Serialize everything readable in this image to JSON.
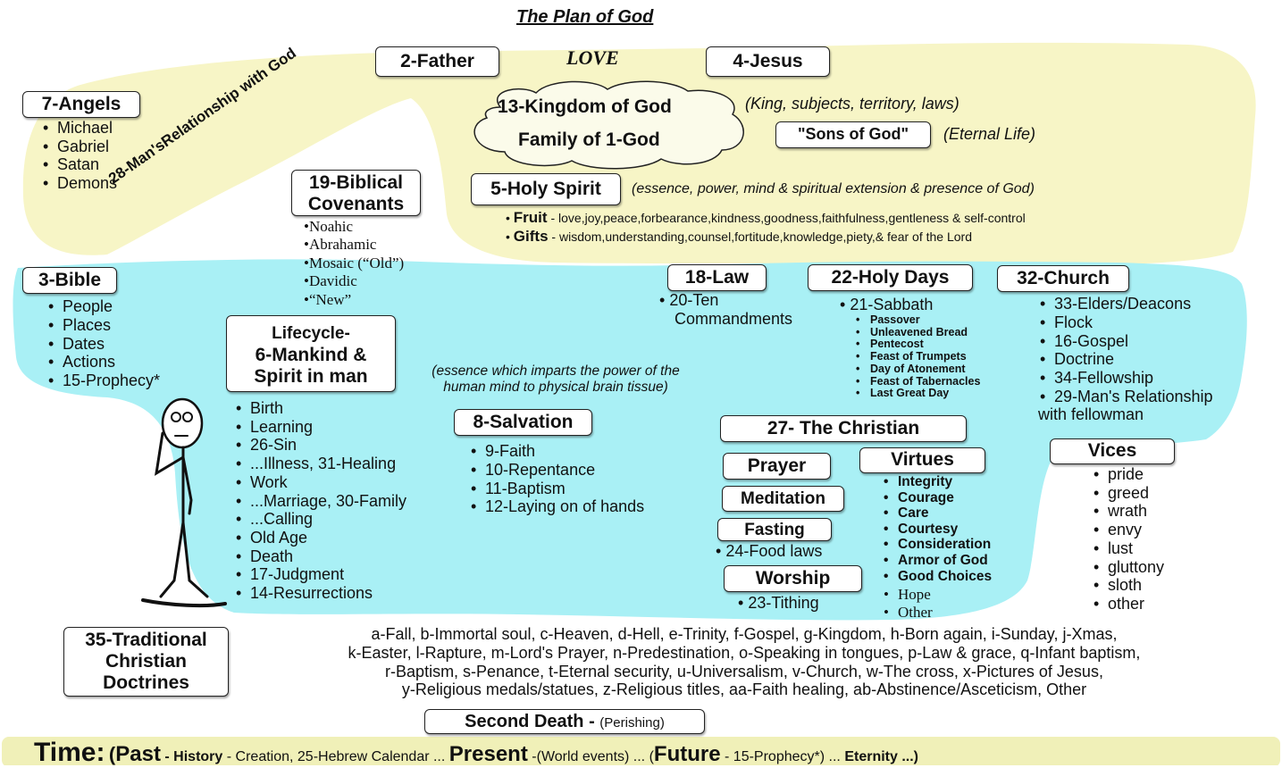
{
  "title": "The Plan of God",
  "colors": {
    "yellow_region": "#f7f5c6",
    "blue_region": "#a9f0f5",
    "time_band": "#f0f0b8"
  },
  "father": "2-Father",
  "love": "LOVE",
  "jesus": "4-Jesus",
  "kingdom": {
    "line1": "13-Kingdom of God",
    "line2": "Family of 1-God",
    "note": "(King, subjects, territory, laws)"
  },
  "sons": {
    "label": "\"Sons of God\"",
    "note": "(Eternal Life)"
  },
  "holy_spirit": {
    "label": "5-Holy Spirit",
    "note": "(essence, power, mind & spiritual extension & presence of God)",
    "fruit_label": "Fruit",
    "fruit_text": "- love,joy,peace,forbearance,kindness,goodness,faithfulness,gentleness & self-control",
    "gifts_label": "Gifts",
    "gifts_text": "- wisdom,understanding,counsel,fortitude,knowledge,piety,& fear of the Lord"
  },
  "angels": {
    "label": "7-Angels",
    "items": [
      "Michael",
      "Gabriel",
      "Satan",
      "Demons"
    ]
  },
  "relationship_label": "28-Man'sRelationship with God",
  "covenants": {
    "line1": "19-Biblical",
    "line2": "Covenants",
    "items": [
      "•Noahic",
      "•Abrahamic",
      "•Mosaic (“Old”)",
      "•Davidic",
      "•“New”"
    ]
  },
  "bible": {
    "label": "3-Bible",
    "items": [
      "People",
      "Places",
      "Dates",
      "Actions",
      "15-Prophecy*"
    ]
  },
  "lifecycle": {
    "line1": "Lifecycle-",
    "line2": "6-Mankind &",
    "line3": "Spirit in man",
    "note1": "(essence which imparts the power of the",
    "note2": "human mind to physical brain tissue)",
    "items": [
      "Birth",
      "Learning",
      "26-Sin",
      "...Illness, 31-Healing",
      "Work",
      "...Marriage, 30-Family",
      "...Calling",
      "Old Age",
      "Death",
      "17-Judgment",
      "14-Resurrections"
    ]
  },
  "salvation": {
    "label": "8-Salvation",
    "items": [
      "9-Faith",
      "10-Repentance",
      "11-Baptism",
      "12-Laying on of hands"
    ]
  },
  "law": {
    "label": "18-Law",
    "item_line1": "20-Ten",
    "item_line2": "Commandments"
  },
  "holy_days": {
    "label": "22-Holy Days",
    "first": "21-Sabbath",
    "items": [
      "Passover",
      "Unleavened Bread",
      "Pentecost",
      "Feast of Trumpets",
      "Day of Atonement",
      "Feast of Tabernacles",
      "Last Great Day"
    ]
  },
  "church": {
    "label": "32-Church",
    "items": [
      "33-Elders/Deacons",
      "Flock",
      "16-Gospel",
      "Doctrine",
      "34-Fellowship",
      "29-Man's Relationship"
    ],
    "continuation": "with fellowman"
  },
  "christian": {
    "label": "27- The Christian",
    "prayer": "Prayer",
    "meditation": "Meditation",
    "fasting": "Fasting",
    "fasting_item": "24-Food laws",
    "worship": "Worship",
    "worship_item": "23-Tithing",
    "virtues_label": "Virtues",
    "virtues": [
      "Integrity",
      "Courage",
      "Care",
      "Courtesy",
      "Consideration",
      "Armor of God",
      "Good Choices"
    ],
    "virtues_serif": [
      "Hope",
      "Other"
    ]
  },
  "vices": {
    "label": "Vices",
    "items": [
      "pride",
      "greed",
      "wrath",
      "envy",
      "lust",
      "gluttony",
      "sloth",
      "other"
    ]
  },
  "traditional": {
    "line1": "35-Traditional",
    "line2": "Christian",
    "line3": "Doctrines",
    "text_lines": [
      "a-Fall, b-Immortal soul, c-Heaven, d-Hell, e-Trinity, f-Gospel, g-Kingdom, h-Born again, i-Sunday, j-Xmas,",
      "k-Easter, l-Rapture, m-Lord's Prayer, n-Predestination, o-Speaking in tongues, p-Law & grace, q-Infant baptism,",
      "r-Baptism, s-Penance, t-Eternal security, u-Universalism, v-Church, w-The cross, x-Pictures of Jesus,",
      "y-Religious medals/statues, z-Religious titles, aa-Faith healing, ab-Abstinence/Asceticism, Other"
    ]
  },
  "second_death": {
    "label": "Second Death -",
    "note": "(Perishing)"
  },
  "time": {
    "label": "Time:",
    "open_paren": "(",
    "past": "Past",
    "history": "- History",
    "past_text": "- Creation, 25-Hebrew Calendar ...",
    "present": "Present",
    "present_text": "-(World events) ... (",
    "future": "Future",
    "future_text": "- 15-Prophecy*) ...",
    "eternity": "Eternity ...)"
  }
}
